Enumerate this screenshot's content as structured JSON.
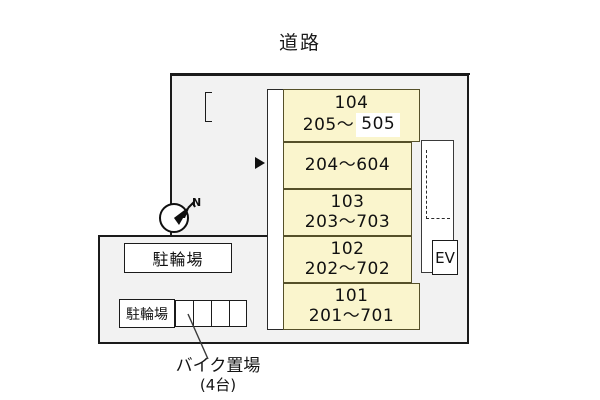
{
  "plan": {
    "road_label": "道路",
    "compass_label": "N",
    "entrance_marker": "▶"
  },
  "building": {
    "units": [
      {
        "id": "unit-104",
        "line1": "104",
        "line2_prefix": "205〜",
        "line2_highlight": "505"
      },
      {
        "id": "unit-204",
        "line1": "",
        "line2_prefix": "204〜604",
        "line2_highlight": ""
      },
      {
        "id": "unit-103",
        "line1": "103",
        "line2_prefix": "203〜703",
        "line2_highlight": ""
      },
      {
        "id": "unit-102",
        "line1": "102",
        "line2_prefix": "202〜702",
        "line2_highlight": ""
      },
      {
        "id": "unit-101",
        "line1": "101",
        "line2_prefix": "201〜701",
        "line2_highlight": ""
      }
    ],
    "elevator_label": "EV"
  },
  "facilities": {
    "bicycle_parking_upper": "駐輪場",
    "bicycle_parking_lower": "駐輪場",
    "motorcycle_caption_line1": "バイク置場",
    "motorcycle_caption_line2": "(4台)",
    "motorcycle_stall_count": 4
  },
  "colors": {
    "unit_fill": "#faf5cd",
    "unit_stroke": "#555029",
    "site_fill": "#f2f2f2",
    "site_stroke": "#1b1b1b",
    "text": "#111111",
    "page_background": "#ffffff"
  }
}
